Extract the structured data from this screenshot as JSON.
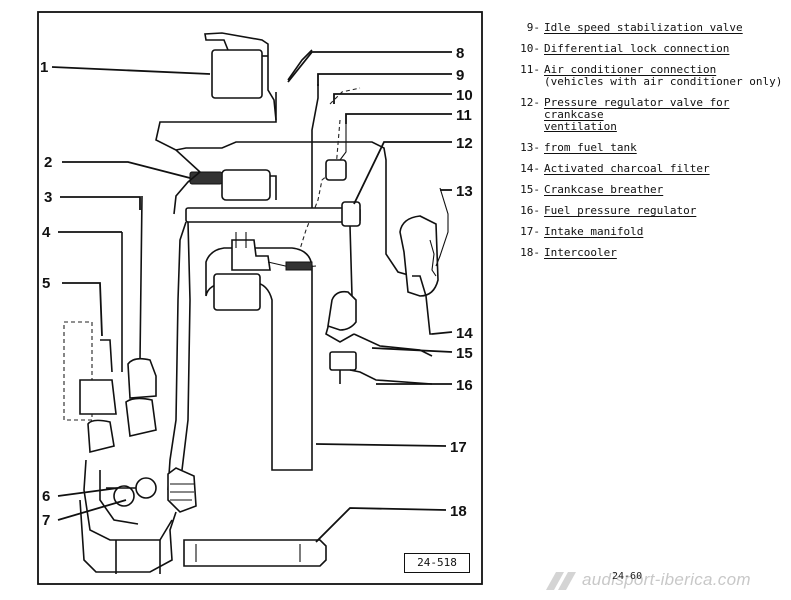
{
  "callouts": {
    "c1": "1",
    "c2": "2",
    "c3": "3",
    "c4": "4",
    "c5": "5",
    "c6": "6",
    "c7": "7",
    "c8": "8",
    "c9": "9",
    "c10": "10",
    "c11": "11",
    "c12": "12",
    "c13": "13",
    "c14": "14",
    "c15": "15",
    "c16": "16",
    "c17": "17",
    "c18": "18"
  },
  "legend": [
    {
      "num": "9-",
      "text": "Idle speed stabilization valve"
    },
    {
      "num": "10-",
      "text": "Differential lock connection"
    },
    {
      "num": "11-",
      "text": "Air conditioner connection",
      "text2": "(vehicles with air conditioner only)"
    },
    {
      "num": "12-",
      "text": "Pressure regulator valve for crankcase",
      "text2": "ventilation"
    },
    {
      "num": "13-",
      "text": "from fuel tank"
    },
    {
      "num": "14-",
      "text": "Activated charcoal filter"
    },
    {
      "num": "15-",
      "text": "Crankcase breather"
    },
    {
      "num": "16-",
      "text": "Fuel pressure regulator"
    },
    {
      "num": "17-",
      "text": "Intake manifold"
    },
    {
      "num": "18-",
      "text": "Intercooler"
    }
  ],
  "figure_number": "24-518",
  "page_number": "24-60",
  "watermark": "audisport-iberica.com"
}
